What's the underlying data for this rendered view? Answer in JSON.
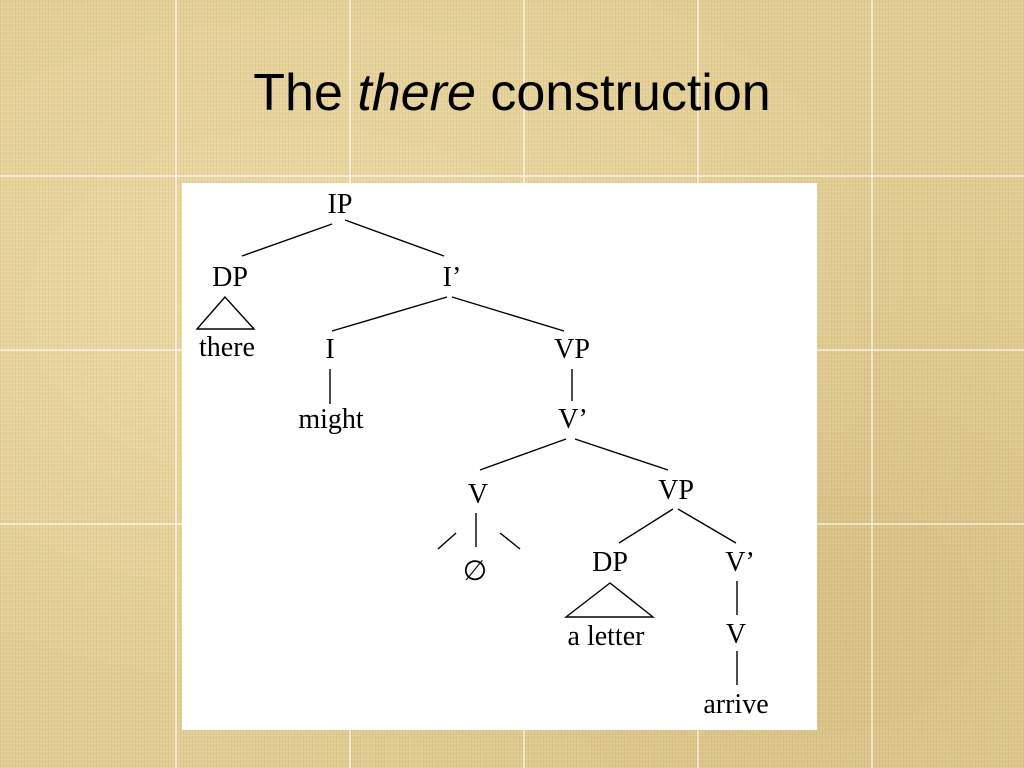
{
  "slide": {
    "title_prefix": "The",
    "title_italic": "there",
    "title_suffix": "construction"
  },
  "tree": {
    "ip": "IP",
    "dp_subject": "DP",
    "there": "there",
    "i_bar": "I’",
    "i": "I",
    "might": "might",
    "vp_upper": "VP",
    "v_bar_upper": "V’",
    "v": "V",
    "empty": "∅",
    "vp_lower": "VP",
    "dp_object": "DP",
    "a_letter": "a letter",
    "v_bar_lower": "V’",
    "v_lower": "V",
    "arrive": "arrive"
  }
}
